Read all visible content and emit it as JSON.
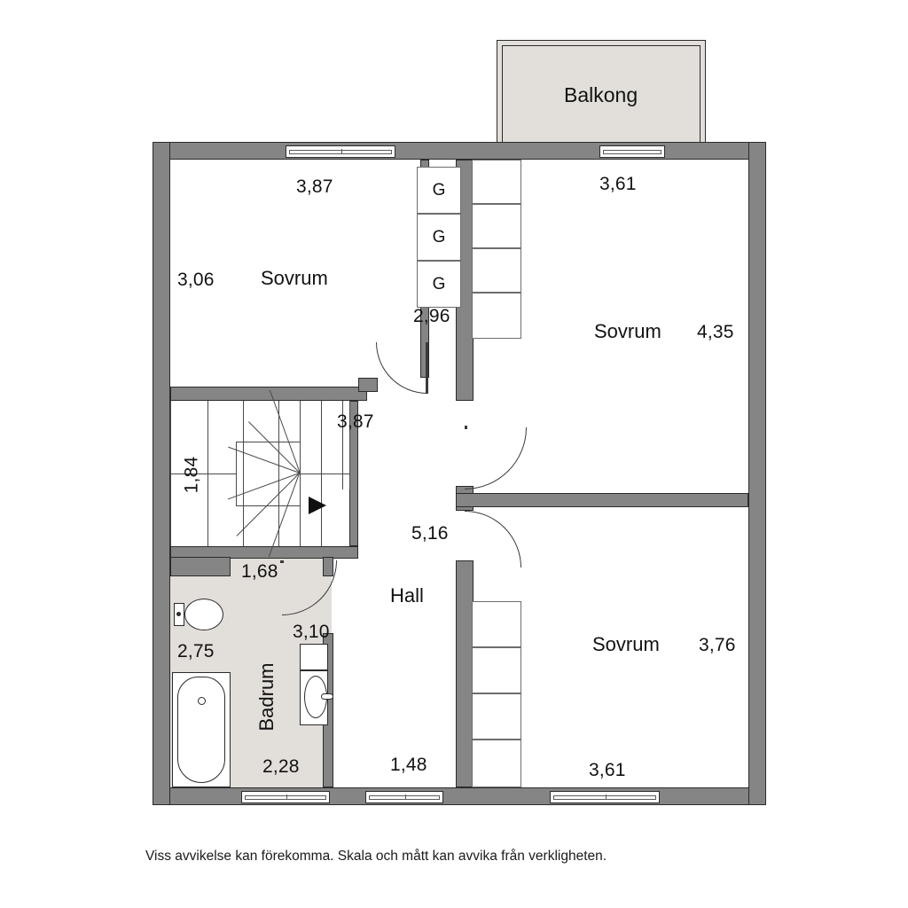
{
  "plan": {
    "caption": "Viss avvikelse kan förekomma. Skala och mått kan avvika från verkligheten.",
    "colors": {
      "wall": "#858585",
      "wall_outline": "#2b2b2b",
      "room_fill": "#ffffff",
      "tinted_fill": "#e2ded9",
      "text": "#121212",
      "background": "#ffffff"
    }
  },
  "rooms": [
    {
      "id": "balcony",
      "name": "Balkong",
      "dims": []
    },
    {
      "id": "bedroom-nw",
      "name": "Sovrum",
      "dims": [
        "3,87",
        "3,06"
      ]
    },
    {
      "id": "bedroom-ne",
      "name": "Sovrum",
      "dims": [
        "3,61",
        "4,35"
      ]
    },
    {
      "id": "bedroom-se",
      "name": "Sovrum",
      "dims": [
        "3,76",
        "3,61"
      ]
    },
    {
      "id": "hall",
      "name": "Hall",
      "dims": [
        "5,16",
        "1,48"
      ]
    },
    {
      "id": "bathroom",
      "name": "Badrum",
      "dims": [
        "2,75",
        "2,28",
        "1,68",
        "3,10"
      ]
    },
    {
      "id": "stairs",
      "name": "",
      "dims": [
        "1,84",
        "3,87"
      ]
    }
  ],
  "labels": {
    "balcony": "Balkong",
    "bedroom_nw": "Sovrum",
    "bedroom_ne": "Sovrum",
    "bedroom_se": "Sovrum",
    "hall": "Hall",
    "bathroom": "Badrum",
    "wardrobe_g": "G"
  },
  "dimensions": {
    "nw_top": "3,87",
    "nw_left": "3,06",
    "closet_width": "2,96",
    "ne_top": "3,61",
    "ne_right": "4,35",
    "stairs_left": "1,84",
    "stairs_right": "3,87",
    "hall_mid": "5,16",
    "hall_bottom": "1,48",
    "bath_top": "1,68",
    "bath_left": "2,75",
    "bath_bottom": "2,28",
    "bath_right": "3,10",
    "se_right": "3,76",
    "se_bottom": "3,61"
  },
  "wardrobes": {
    "top_closet_labels": [
      "G",
      "G",
      "G"
    ]
  }
}
